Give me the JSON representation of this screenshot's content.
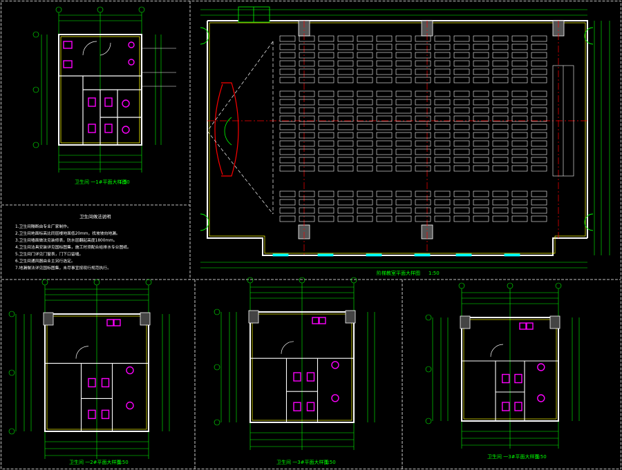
{
  "colors": {
    "background": "#000000",
    "frame": "#ffffff",
    "dim": "#00ff00",
    "wall": "#ffffff",
    "fixture": "#ff00ff",
    "axis": "#ff0000",
    "text": "#ffffff",
    "hatch": "#ffff00",
    "column": "#cccccc",
    "label": "#00ffff"
  },
  "drawings": {
    "toilet_1f": {
      "title": "卫生间 一1#平面大样图",
      "scale": "1:50"
    },
    "classroom": {
      "title": "阶梯教室平面大样图",
      "scale": "1:50"
    },
    "toilet_2f": {
      "title": "卫生间 一2#平面大样图",
      "scale": "1:50"
    },
    "toilet_3f": {
      "title": "卫生间 一3#平面大样图",
      "scale": "1:50"
    },
    "toilet_4f": {
      "title": "卫生间 一3#平面大样图",
      "scale": "1:50"
    }
  },
  "notes": {
    "heading": "卫生间做法说明",
    "lines": [
      "1.卫生间隔断由专业厂家制作。",
      "2.卫生间地面标高比同层楼地面低20mm，找坡坡向地漏。",
      "3.卫生间墙面做法见装修表，防水层翻起高度1800mm。",
      "4.卫生间洁具安装详见国标图集，施工时须配合给排水专业图纸。",
      "5.卫生间门详见门窗表，门下口留缝。",
      "6.卫生间通风器由业主另行选定。",
      "7.地漏做法详见国标图集，未尽事宜按现行规范执行。"
    ]
  }
}
